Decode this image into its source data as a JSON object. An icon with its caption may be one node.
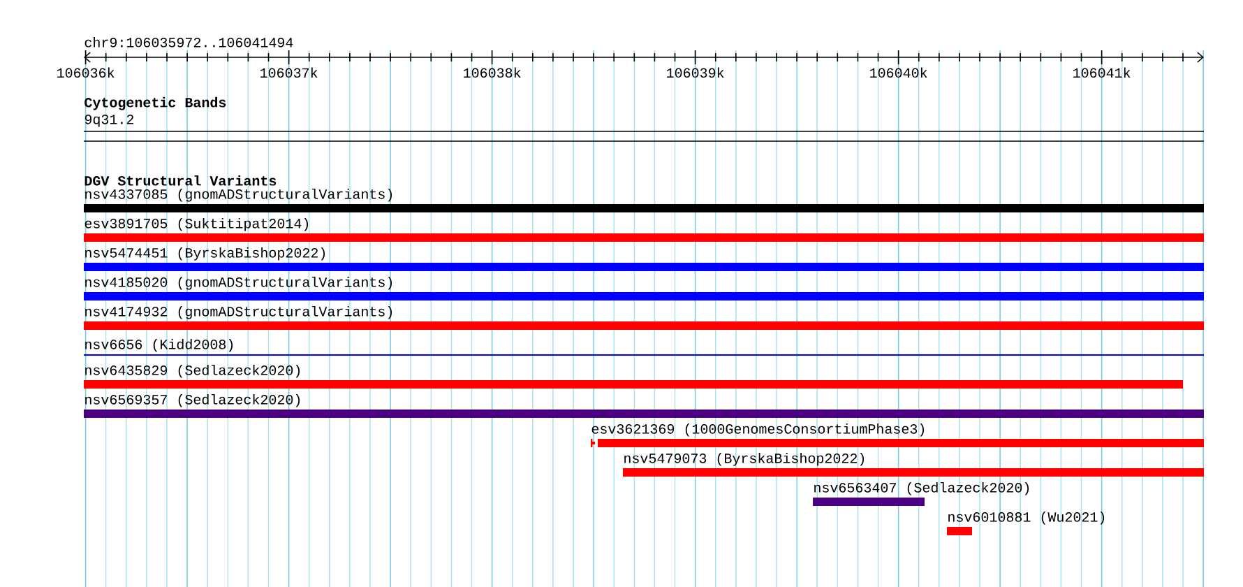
{
  "diagram": {
    "title": "chr9:106035972..106041494",
    "nodes": [
      {
        "text": [
          "nsv4337085 (gnomADStructuralVariants)"
        ]
      },
      {
        "text": [
          "esv3891705 (Suktitipat2014)"
        ]
      },
      {
        "text": [
          "nsv5474451 (ByrskaBishop2022)"
        ]
      },
      {
        "text": [
          "nsv4185020 (gnomADStructuralVariants)"
        ]
      },
      {
        "text": [
          "nsv4174932 (gnomADStructuralVariants)"
        ]
      },
      {
        "text": [
          "nsv6656 (Kidd2008)"
        ]
      },
      {
        "text": [
          "nsv6435829 (Sedlazeck2020)"
        ]
      },
      {
        "text": [
          "nsv6569357 (Sedlazeck2020)"
        ]
      },
      {
        "text": [
          "esv3621369 (1000GenomesConsortiumPhase3)"
        ]
      },
      {
        "text": [
          "nsv5479073 (ByrskaBishop2022)"
        ]
      },
      {
        "text": [
          "nsv6563407 (Sedlazeck2020)"
        ]
      },
      {
        "text": [
          "nsv6010881 (Wu2021)"
        ]
      }
    ],
    "labels": [
      "106036k",
      "106037k",
      "106038k",
      "106039k",
      "106040k",
      "106041k",
      "Cytogenetic Bands",
      "9q31.2",
      "DGV Structural Variants"
    ]
  }
}
